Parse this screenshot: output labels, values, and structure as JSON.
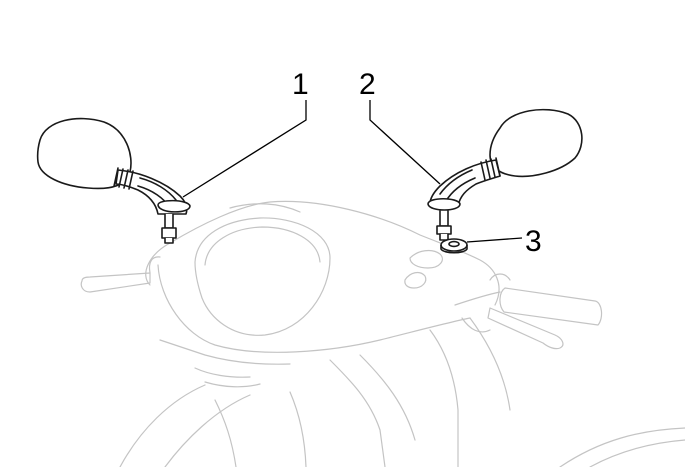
{
  "callouts": [
    {
      "number": "1"
    },
    {
      "number": "2"
    },
    {
      "number": "3"
    }
  ],
  "colors": {
    "outline_faint": "#c8c8c8",
    "outline_part": "#1a1a1a",
    "label": "#000000"
  }
}
